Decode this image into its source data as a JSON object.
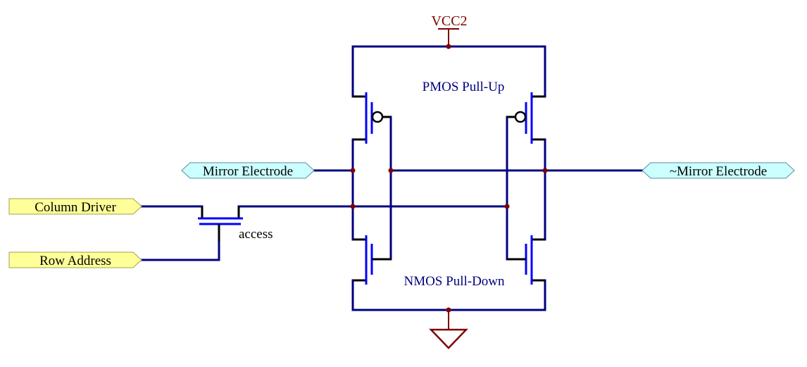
{
  "power": {
    "vcc_label": "VCC2"
  },
  "labels": {
    "pmos": "PMOS Pull-Up",
    "nmos": "NMOS Pull-Down",
    "access": "access"
  },
  "ports": {
    "mirror_electrode": "Mirror Electrode",
    "not_mirror_electrode": "~Mirror Electrode",
    "column_driver": "Column Driver",
    "row_address": "Row Address"
  },
  "colors": {
    "wire": "#00007f",
    "junction": "#7f0000",
    "transistor": "#0000ff",
    "power_symbol": "#7f0000",
    "input_port_fill": "#ffff99",
    "bidir_port_fill": "#ccffff"
  }
}
